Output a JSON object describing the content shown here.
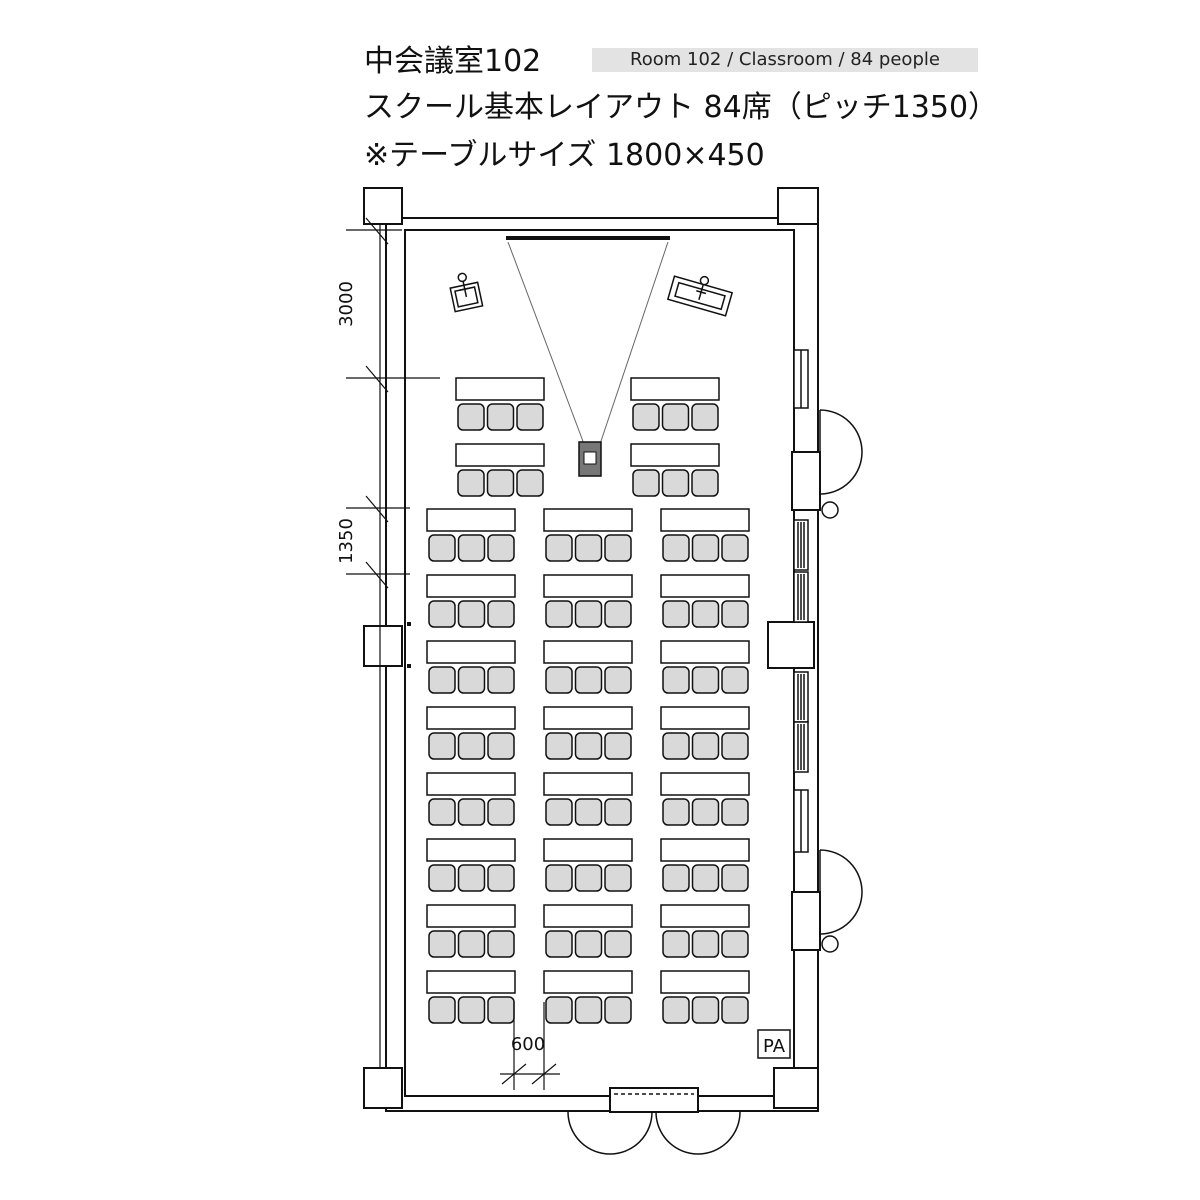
{
  "header": {
    "room_name": "中会議室102",
    "english_label": "Room 102 / Classroom / 84 people",
    "layout_line": "スクール基本レイアウト  84席（ピッチ1350）",
    "table_size_line": "※テーブルサイズ  1800×450"
  },
  "dimensions": {
    "front_space": "3000",
    "row_pitch": "1350",
    "aisle_width": "600"
  },
  "labels": {
    "pa": "PA"
  },
  "layout": {
    "seats_total": 84,
    "front_block_rows": 2,
    "main_block_rows": 8,
    "main_block_columns": 3,
    "seats_per_table": 3
  },
  "colors": {
    "line": "#111111",
    "chair_fill": "#d9d9d9",
    "projector_fill": "#777777",
    "label_bg": "#e3e3e3"
  }
}
